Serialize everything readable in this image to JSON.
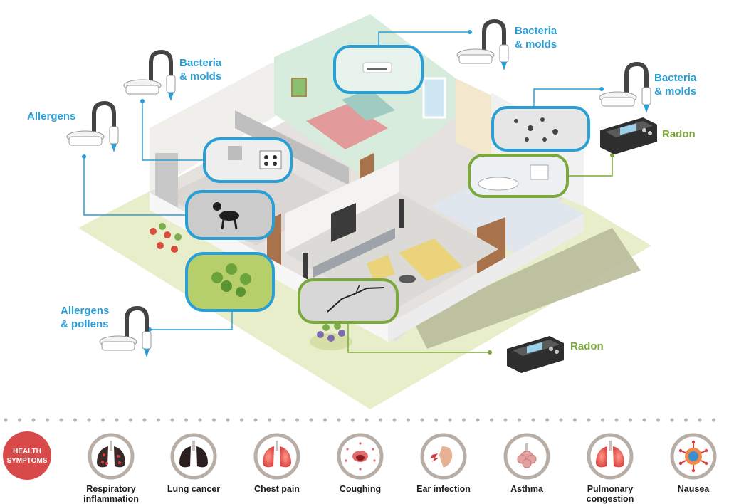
{
  "callouts": {
    "bacteria_top": {
      "line1": "Bacteria",
      "line2": "& molds"
    },
    "bacteria_left": {
      "line1": "Bacteria",
      "line2": "& molds"
    },
    "bacteria_right": {
      "line1": "Bacteria",
      "line2": "& molds"
    },
    "allergens": {
      "line1": "Allergens"
    },
    "allergens_pollens": {
      "line1": "Allergens",
      "line2": "& pollens"
    },
    "radon_upper": {
      "line1": "Radon"
    },
    "radon_lower": {
      "line1": "Radon"
    }
  },
  "health": {
    "badge_line1": "HEALTH",
    "badge_line2": "SYMPTOMS",
    "symptoms": [
      {
        "line1": "Respiratory",
        "line2": "inflammation",
        "icon": "lungs-inflamed-icon"
      },
      {
        "line1": "Lung cancer",
        "line2": "",
        "icon": "lungs-dark-icon"
      },
      {
        "line1": "Chest pain",
        "line2": "",
        "icon": "lungs-red-icon"
      },
      {
        "line1": "Coughing",
        "line2": "",
        "icon": "mouth-cough-icon"
      },
      {
        "line1": "Ear infection",
        "line2": "",
        "icon": "ear-icon"
      },
      {
        "line1": "Asthma",
        "line2": "",
        "icon": "bronchi-icon"
      },
      {
        "line1": "Pulmonary",
        "line2": "congestion",
        "icon": "lungs-congested-icon"
      },
      {
        "line1": "Nausea",
        "line2": "",
        "icon": "stomach-icon"
      }
    ]
  },
  "colors": {
    "blue": "#2a9fd6",
    "green": "#7aa83a",
    "badge": "#d84a4a",
    "ring": "#b8aea6"
  }
}
